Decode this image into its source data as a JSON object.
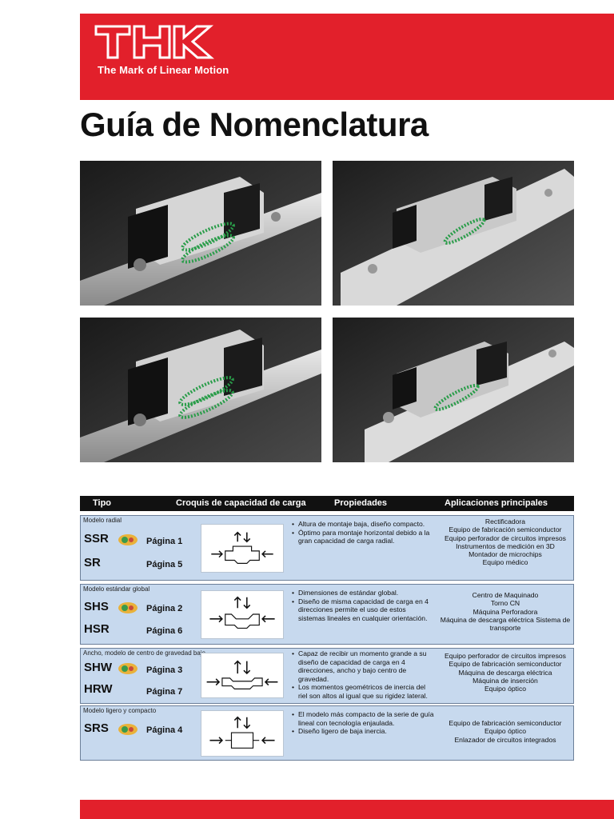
{
  "brand": {
    "logo": "THK",
    "tagline": "The Mark of Linear Motion",
    "color": "#e2202b"
  },
  "title": "Guía de Nomenclatura",
  "table": {
    "headers": [
      "Tipo",
      "Croquis de capacidad de carga",
      "Propiedades",
      "Aplicaciones principales"
    ],
    "rows": [
      {
        "category": "Modelo radial",
        "models": [
          {
            "name": "SSR",
            "page": "Página 1"
          },
          {
            "name": "SR",
            "page": "Página 5"
          }
        ],
        "properties": [
          "Altura de montaje baja, diseño compacto.",
          "Óptimo para montaje horizontal debido a la gran capacidad de carga radial."
        ],
        "applications": [
          "Rectificadora",
          "Equipo de fabricación semiconductor",
          "Equipo perforador de circuitos impresos",
          "Instrumentos de medición en 3D",
          "Montador de microchips",
          "Equipo médico"
        ]
      },
      {
        "category": "Modelo estándar global",
        "models": [
          {
            "name": "SHS",
            "page": "Página 2"
          },
          {
            "name": "HSR",
            "page": "Página 6"
          }
        ],
        "properties": [
          "Dimensiones de estándar global.",
          "Diseño de misma capacidad de carga en 4 direcciones permite el uso de estos sistemas lineales en cualquier orientación."
        ],
        "applications": [
          "Centro de Maquinado",
          "Torno CN",
          "Máquina Perforadora",
          "Máquina de descarga eléctrica Sistema de transporte"
        ]
      },
      {
        "category": "Ancho, modelo de centro de gravedad bajo",
        "models": [
          {
            "name": "SHW",
            "page": "Página 3"
          },
          {
            "name": "HRW",
            "page": "Página 7"
          }
        ],
        "properties": [
          "Capaz de recibir un momento grande a su diseño de capacidad de carga en 4 direcciones, ancho y bajo centro de gravedad.",
          "Los momentos geométricos de inercia del riel son altos al igual que su rigidez lateral."
        ],
        "applications": [
          "Equipo perforador de circuitos impresos",
          "Equipo de fabricación semiconductor",
          "Máquina de descarga eléctrica",
          "Máquina de inserción",
          "Equipo óptico"
        ]
      },
      {
        "category": "Modelo ligero y compacto",
        "models": [
          {
            "name": "SRS",
            "page": "Página 4"
          }
        ],
        "properties": [
          "El modelo más compacto de la serie de guía lineal con tecnología enjaulada.",
          "Diseño ligero de baja inercia."
        ],
        "applications": [
          "Equipo de fabricación semiconductor",
          "Equipo óptico",
          "Enlazador de circuitos integrados"
        ]
      }
    ]
  }
}
